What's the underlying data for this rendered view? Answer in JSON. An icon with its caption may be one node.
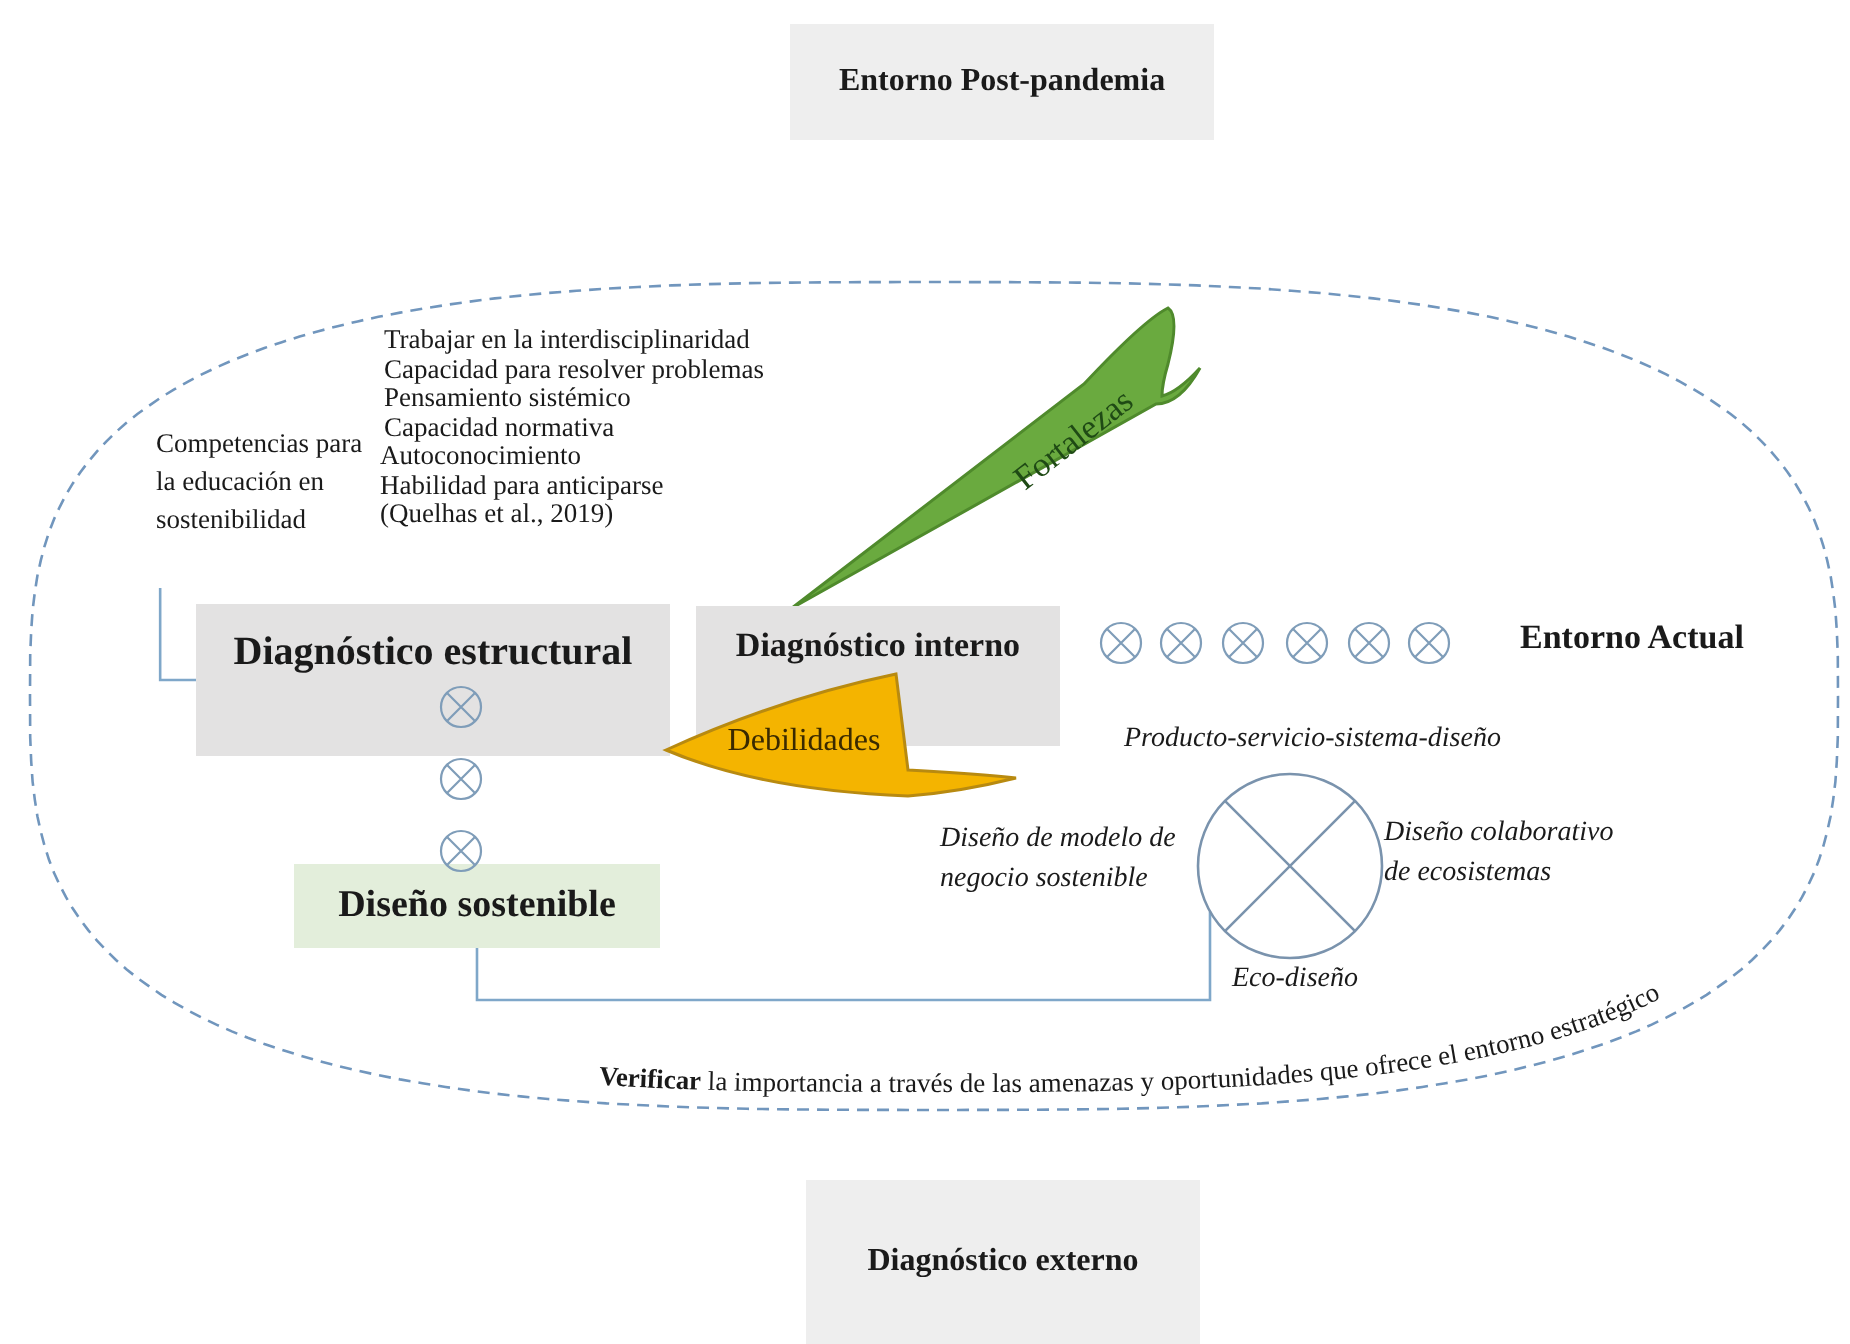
{
  "diagram": {
    "nodes": [
      {
        "text": [
          "Entorno Post-pandemia"
        ]
      },
      {
        "text": [
          "Entorno Actual"
        ]
      },
      {
        "text": [
          "Competencias para la educación en sostenibilidad"
        ],
        "in": 1
      },
      {
        "text": [
          "Diagnóstico estructural"
        ],
        "in": 1
      },
      {
        "text": [
          "Diseño sostenible"
        ],
        "in": 1
      },
      {
        "text": [
          "Fortalezas"
        ],
        "in": 1
      },
      {
        "text": [
          "Diagnóstico interno"
        ],
        "in": 1
      },
      {
        "text": [
          "Debilidades"
        ],
        "in": 1
      },
      {
        "text": [],
        "shape": "circle",
        "in": 1,
        "beside": [
          "Producto-servicio-sistema-diseño",
          "Diseño de modelo de negocio sostenible",
          "Diseño colaborativo de ecosistemas",
          "Eco-diseño"
        ]
      },
      {
        "text": [
          "Diagnóstico externo"
        ]
      }
    ],
    "edges": [
      {
        "from": 2,
        "to": 3,
        "arrow": "none"
      },
      {
        "from": 4,
        "to": 8,
        "arrow": "none"
      }
    ],
    "labels": [
      "Trabajar en la interdisciplinaridad",
      "Capacidad para resolver problemas",
      "Pensamiento sistémico",
      "Capacidad normativa",
      "Autoconocimiento",
      "Habilidad para anticiparse",
      "(Quelhas et al., 2019)",
      "**Verificar** la importancia a través de las amenazas y oportunidades que ofrece el entorno estratégico"
    ]
  }
}
